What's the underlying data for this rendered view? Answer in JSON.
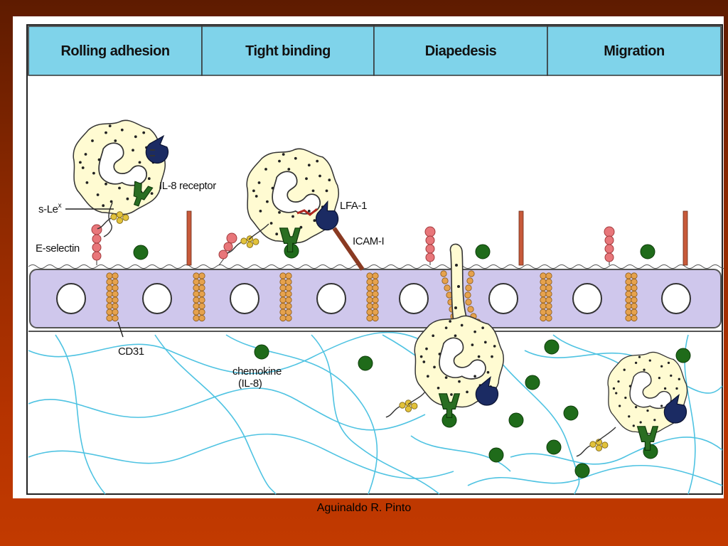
{
  "stages": [
    "Rolling adhesion",
    "Tight binding",
    "Diapedesis",
    "Migration"
  ],
  "labels": {
    "sle": "s-Le",
    "sle_sup": "x",
    "il8_receptor": "IL-8 receptor",
    "e_selectin": "E-selectin",
    "lfa1": "LFA-1",
    "icam1": "ICAM-I",
    "cd31": "CD31",
    "chemokine_line1": "chemokine",
    "chemokine_line2": "(IL-8)"
  },
  "credit": "Aguinaldo R. Pinto",
  "colors": {
    "header_bg": "#7fd3ea",
    "cell_fill": "#fffbd2",
    "endothelium": "#cfc7ec",
    "pecam": "#e6a24d",
    "chemokine": "#1f6b1a",
    "receptor_green": "#2a6e22",
    "lfa1_navy": "#1b2b63",
    "selectin": "#e8767a",
    "matrix": "#4fc3e2",
    "background": "#b53300"
  }
}
